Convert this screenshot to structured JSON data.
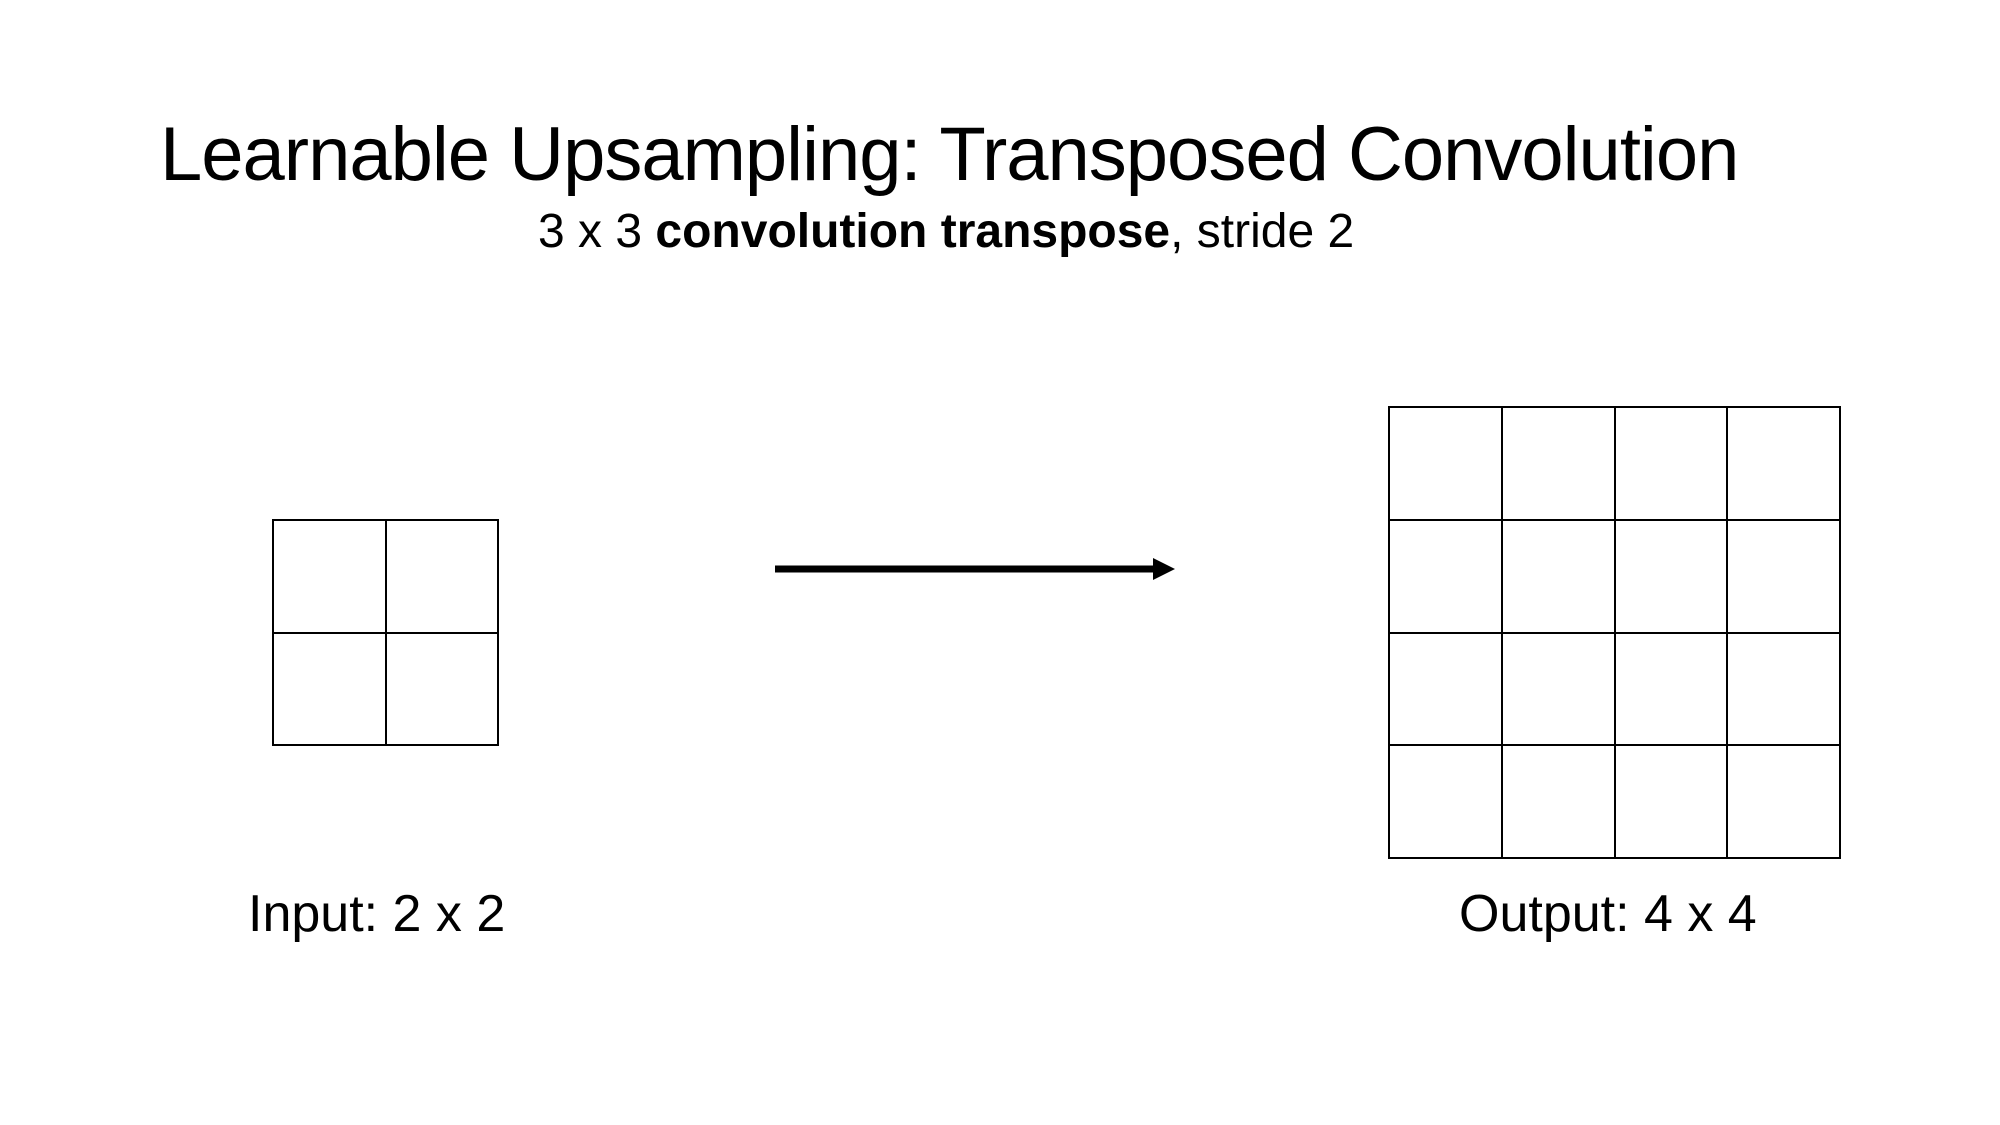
{
  "slide": {
    "title": "Learnable Upsampling: Transposed Convolution",
    "subtitle": {
      "prefix": "3 x 3 ",
      "bold": "convolution transpose",
      "suffix": ", stride 2"
    },
    "input": {
      "label": "Input: 2 x 2",
      "grid": {
        "rows": 2,
        "cols": 2
      }
    },
    "output": {
      "label": "Output: 4 x 4",
      "grid": {
        "rows": 4,
        "cols": 4
      }
    },
    "arrow": {
      "direction": "right"
    },
    "colors": {
      "background": "#ffffff",
      "text": "#000000",
      "grid_line": "#000000",
      "arrow": "#000000"
    }
  }
}
